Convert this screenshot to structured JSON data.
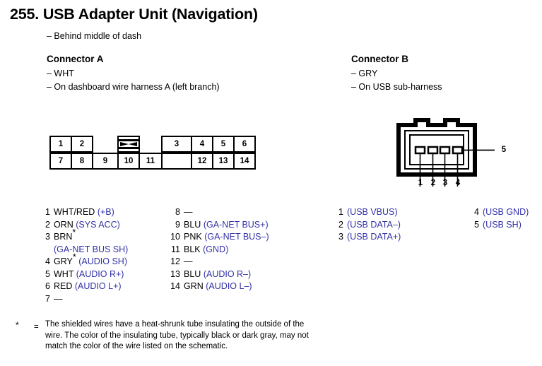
{
  "page": {
    "number": "255.",
    "title": "USB Adapter Unit (Navigation)",
    "title_full": "255. USB Adapter Unit (Navigation)",
    "location_note": "– Behind middle of dash"
  },
  "connector_a": {
    "heading": "Connector A",
    "color_note": "– WHT",
    "harness_note": "– On dashboard wire harness A (left branch)",
    "diagram": {
      "keyway_label": "keyway-block",
      "top_row": [
        {
          "pin": "1",
          "type": "cell"
        },
        {
          "pin": "2",
          "type": "cell"
        },
        {
          "pin": "",
          "type": "gap"
        },
        {
          "pin": "",
          "type": "keyway"
        },
        {
          "pin": "",
          "type": "gap"
        },
        {
          "pin": "3",
          "type": "cell"
        },
        {
          "pin": "4",
          "type": "cell"
        },
        {
          "pin": "5",
          "type": "cell"
        },
        {
          "pin": "6",
          "type": "cell"
        }
      ],
      "bottom_row": [
        {
          "pin": "7",
          "type": "cell"
        },
        {
          "pin": "8",
          "type": "cell"
        },
        {
          "pin": "9",
          "type": "cell"
        },
        {
          "pin": "10",
          "type": "cell"
        },
        {
          "pin": "11",
          "type": "cell"
        },
        {
          "pin": "",
          "type": "blank"
        },
        {
          "pin": "12",
          "type": "cell"
        },
        {
          "pin": "13",
          "type": "cell"
        },
        {
          "pin": "14",
          "type": "cell"
        }
      ]
    },
    "pins_left": [
      {
        "num": "1",
        "wire": "WHT/RED",
        "star": "",
        "signal": "(+B)",
        "cont": ""
      },
      {
        "num": "2",
        "wire": "ORN",
        "star": "",
        "signal": "(SYS ACC)",
        "cont": ""
      },
      {
        "num": "3",
        "wire": "BRN",
        "star": "*",
        "signal": "",
        "cont": "(GA-NET BUS SH)"
      },
      {
        "num": "4",
        "wire": "GRY",
        "star": "*",
        "signal": "(AUDIO SH)",
        "cont": ""
      },
      {
        "num": "5",
        "wire": "WHT",
        "star": "",
        "signal": "(AUDIO R+)",
        "cont": ""
      },
      {
        "num": "6",
        "wire": "RED",
        "star": "",
        "signal": "(AUDIO L+)",
        "cont": ""
      },
      {
        "num": "7",
        "wire": "—",
        "star": "",
        "signal": "",
        "cont": ""
      }
    ],
    "pins_right": [
      {
        "num": "8",
        "wire": "—",
        "star": "",
        "signal": "",
        "cont": ""
      },
      {
        "num": "9",
        "wire": "BLU",
        "star": "",
        "signal": "(GA-NET BUS+)",
        "cont": ""
      },
      {
        "num": "10",
        "wire": "PNK",
        "star": "",
        "signal": "(GA-NET BUS–)",
        "cont": ""
      },
      {
        "num": "11",
        "wire": "BLK",
        "star": "",
        "signal": "(GND)",
        "cont": ""
      },
      {
        "num": "12",
        "wire": "—",
        "star": "",
        "signal": "",
        "cont": ""
      },
      {
        "num": "13",
        "wire": "BLU",
        "star": "",
        "signal": "(AUDIO R–)",
        "cont": ""
      },
      {
        "num": "14",
        "wire": "GRN",
        "star": "",
        "signal": "(AUDIO L–)",
        "cont": ""
      }
    ]
  },
  "connector_b": {
    "heading": "Connector B",
    "color_note": "– GRY",
    "harness_note": "– On USB sub-harness",
    "diagram": {
      "bottom_pin_labels": [
        "1",
        "2",
        "3",
        "4"
      ],
      "side_pin_label": "5"
    },
    "pins_left": [
      {
        "num": "1",
        "wire": "",
        "star": "",
        "signal": "(USB VBUS)",
        "cont": ""
      },
      {
        "num": "2",
        "wire": "",
        "star": "",
        "signal": "(USB DATA–)",
        "cont": ""
      },
      {
        "num": "3",
        "wire": "",
        "star": "",
        "signal": "(USB DATA+)",
        "cont": ""
      }
    ],
    "pins_right": [
      {
        "num": "4",
        "wire": "",
        "star": "",
        "signal": "(USB GND)",
        "cont": ""
      },
      {
        "num": "5",
        "wire": "",
        "star": "",
        "signal": "(USB SH)",
        "cont": ""
      }
    ]
  },
  "footnote": {
    "symbol": "*",
    "equals": "=",
    "text": "The shielded wires have a heat-shrunk tube insulating the outside of the wire. The color of the insulating tube, typically black or dark gray, may not match the color of the wire listed on the schematic."
  },
  "colors": {
    "signal_blue": "#3232a8",
    "text_black": "#000000",
    "background": "#ffffff"
  }
}
